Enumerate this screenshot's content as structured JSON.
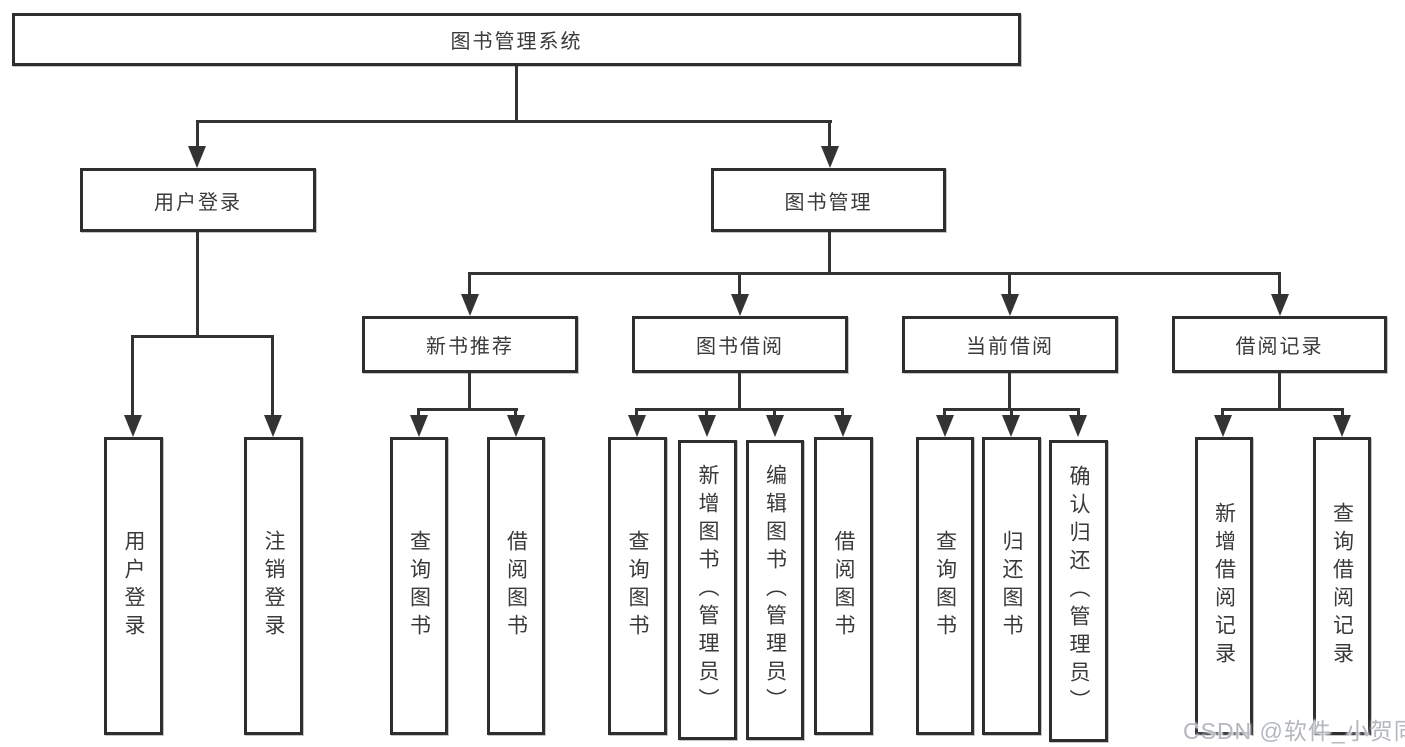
{
  "diagram_type": "hierarchy",
  "colors": {
    "line": "#333333",
    "box_border": "#2e2e2e",
    "text": "#3a3a3a",
    "background": "#ffffff",
    "watermark": "#b3b8bf"
  },
  "tree": {
    "label": "图书管理系统",
    "children": [
      {
        "label": "用户登录",
        "children": [
          {
            "label": "用户登录"
          },
          {
            "label": "注销登录"
          }
        ]
      },
      {
        "label": "图书管理",
        "children": [
          {
            "label": "新书推荐",
            "children": [
              {
                "label": "查询图书"
              },
              {
                "label": "借阅图书"
              }
            ]
          },
          {
            "label": "图书借阅",
            "children": [
              {
                "label": "查询图书"
              },
              {
                "label": "新增图书（管理员）"
              },
              {
                "label": "编辑图书（管理员）"
              },
              {
                "label": "借阅图书"
              }
            ]
          },
          {
            "label": "当前借阅",
            "children": [
              {
                "label": "查询图书"
              },
              {
                "label": "归还图书"
              },
              {
                "label": "确认归还（管理员）"
              }
            ]
          },
          {
            "label": "借阅记录",
            "children": [
              {
                "label": "新增借阅记录"
              },
              {
                "label": "查询借阅记录"
              }
            ]
          }
        ]
      }
    ]
  },
  "watermark": {
    "text": "CSDN @软件_小贺同学"
  }
}
